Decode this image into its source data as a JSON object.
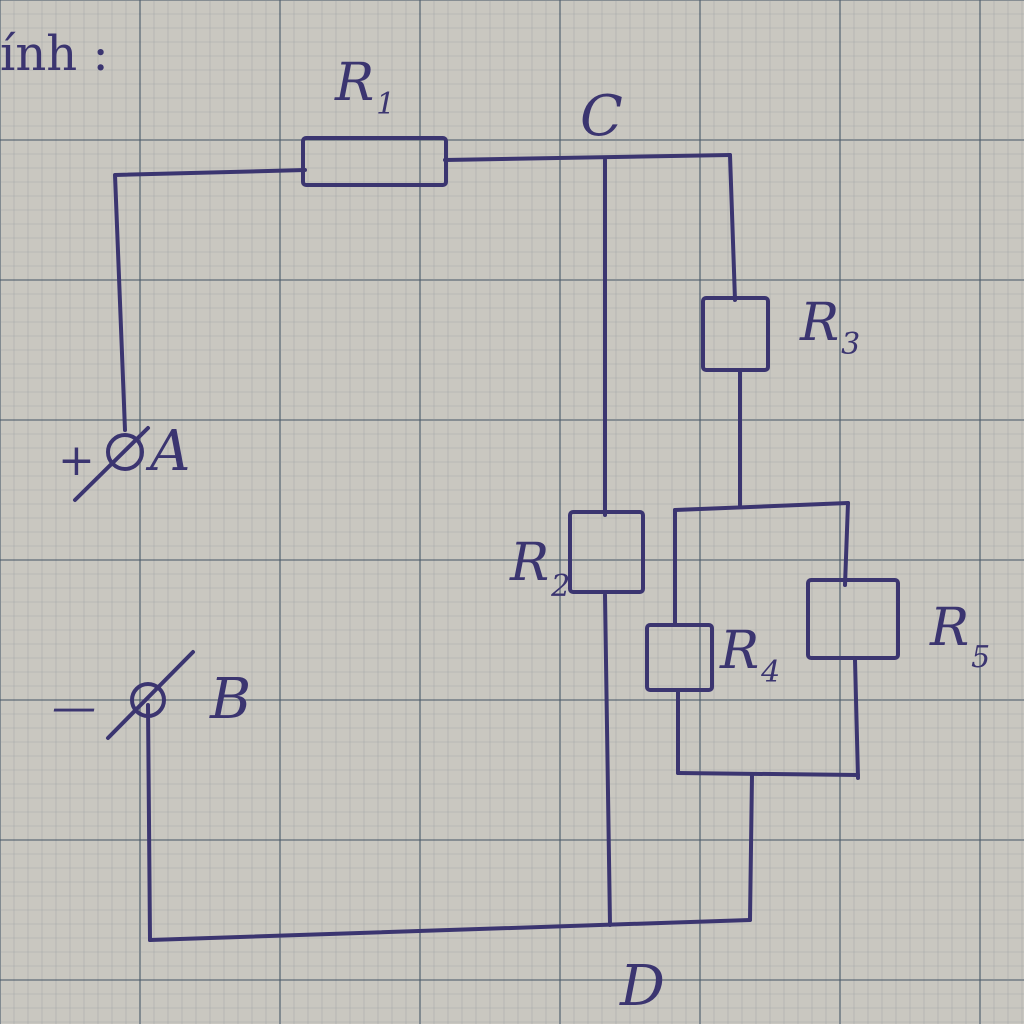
{
  "header_fragment": "ính :",
  "labels": {
    "r1": {
      "main": "R",
      "sub": "1"
    },
    "r2": {
      "main": "R",
      "sub": "2"
    },
    "r3": {
      "main": "R",
      "sub": "3"
    },
    "r4": {
      "main": "R",
      "sub": "4"
    },
    "r5": {
      "main": "R",
      "sub": "5"
    },
    "node_a": "A",
    "node_b": "B",
    "node_c": "C",
    "node_d": "D",
    "plus": "+",
    "minus": "—"
  },
  "colors": {
    "ink": "#3b3570",
    "paper": "#c9c7c0",
    "grid_major": "#4a5a6a",
    "grid_minor": "#8a9199"
  }
}
